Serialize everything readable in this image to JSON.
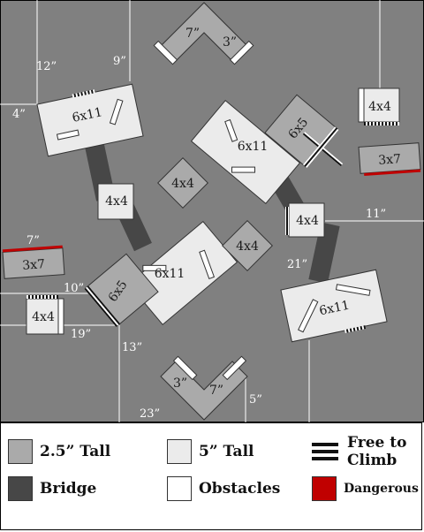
{
  "colors": {
    "board": "#808080",
    "tall_2_5": "#aaaaaa",
    "tall_5": "#ebebeb",
    "bridge": "#474747",
    "obstacle": "#ffffff",
    "dangerous": "#c00000",
    "measure_line": "#ffffff"
  },
  "pieces": {
    "l_top_label_a": "7”",
    "l_top_label_b": "3”",
    "l_bot_label_a": "3”",
    "l_bot_label_b": "7”",
    "big_tl": "6x11",
    "big_tr": "6x11",
    "big_c": "6x11",
    "big_br": "6x11",
    "medium_tr": "6x5",
    "medium_c": "6x5",
    "small_right_top": "4x4",
    "small_center_1": "4x4",
    "small_left": "4x4",
    "small_center_2": "4x4",
    "small_bridge_right": "4x4",
    "small_bottom_left": "4x4",
    "rect_right": "3x7",
    "rect_left": "3x7"
  },
  "measurements": {
    "m_12": "12”",
    "m_9": "9”",
    "m_4": "4”",
    "m_11": "11”",
    "m_7": "7”",
    "m_21": "21”",
    "m_10": "10”",
    "m_19": "19”",
    "m_13": "13”",
    "m_23": "23”",
    "m_5": "5”"
  },
  "legend": {
    "tall_2_5": "2.5” Tall",
    "tall_5": "5” Tall",
    "free_to_climb": "Free to Climb",
    "bridge": "Bridge",
    "obstacles": "Obstacles",
    "dangerous": "Dangerous"
  }
}
